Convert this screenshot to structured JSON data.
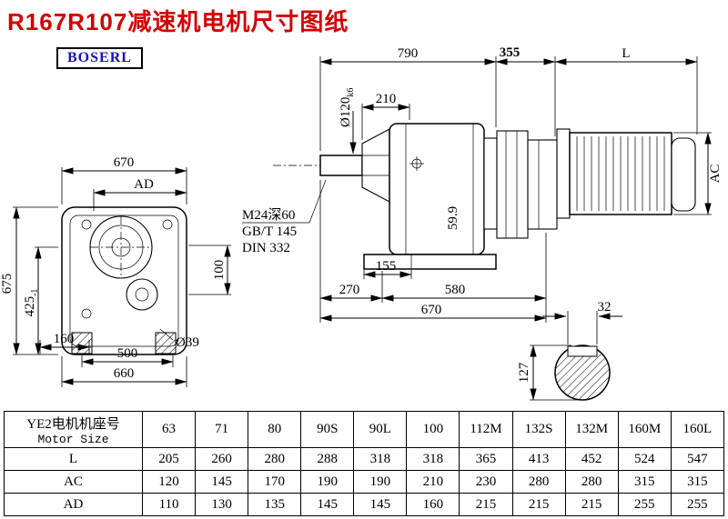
{
  "page": {
    "title": "R167R107减速机电机尺寸图纸",
    "logo": "BOSERL"
  },
  "front_view": {
    "d670_top": "670",
    "dAD": "AD",
    "d675": "675",
    "d425": {
      "main": "425",
      "sub": "-1"
    },
    "d100": "100",
    "d160": "160",
    "d500": "500",
    "d660": "660",
    "d39": "Ø39"
  },
  "side_view": {
    "d790": "790",
    "d355": "355",
    "dL": "L",
    "shaft_dia": {
      "main": "Ø120",
      "sub": "k6"
    },
    "d210": "210",
    "thread_note": [
      "M24深60",
      "GB/T 145",
      "DIN 332"
    ],
    "d59_9": "59.9",
    "d155": "155",
    "d270": "270",
    "d580": "580",
    "d670": "670",
    "dAC": "AC"
  },
  "shaft_section": {
    "d32": "32",
    "d127": "127"
  },
  "table": {
    "header_cn": "YE2电机机座号",
    "header_en": "Motor Size",
    "columns": [
      "63",
      "71",
      "80",
      "90S",
      "90L",
      "100",
      "112M",
      "132S",
      "132M",
      "160M",
      "160L"
    ],
    "rows": [
      {
        "label": "L",
        "values": [
          "205",
          "260",
          "280",
          "288",
          "318",
          "318",
          "365",
          "413",
          "452",
          "524",
          "547"
        ]
      },
      {
        "label": "AC",
        "values": [
          "120",
          "145",
          "170",
          "190",
          "190",
          "210",
          "230",
          "280",
          "280",
          "315",
          "315"
        ]
      },
      {
        "label": "AD",
        "values": [
          "110",
          "130",
          "135",
          "145",
          "145",
          "160",
          "215",
          "215",
          "215",
          "255",
          "255"
        ]
      }
    ]
  }
}
